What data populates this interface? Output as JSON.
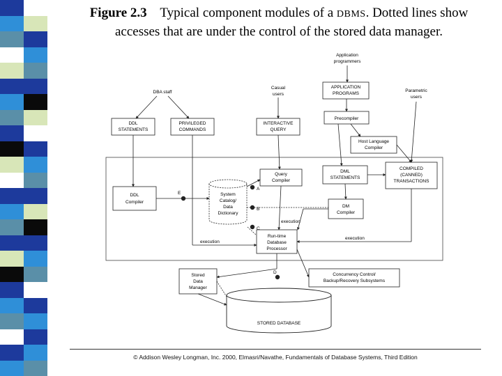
{
  "figure": {
    "number": "Figure 2.3",
    "caption_part1": "Typical component modules of a",
    "caption_sc": "DBMS",
    "caption_part2": ". Dotted lines show",
    "caption_line2": "accesses that are under the control of the stored data manager."
  },
  "stripe": {
    "colors": [
      "#1d3a9c",
      "#2f8fd8",
      "#5a8fa8",
      "#ffffff",
      "#d8e6b8",
      "#0a0a0a"
    ]
  },
  "diagram": {
    "actors": {
      "application_programmers": [
        "Application",
        "programmers"
      ],
      "dba_staff": "DBA staff",
      "casual_users": [
        "Casual",
        "users"
      ],
      "parametric_users": [
        "Parametric",
        "users"
      ]
    },
    "boxes": {
      "application_programs": [
        "APPLICATION",
        "PROGRAMS"
      ],
      "ddl_statements": [
        "DDL",
        "STATEMENTS"
      ],
      "privileged_commands": [
        "PRIVILEGED",
        "COMMANDS"
      ],
      "interactive_query": [
        "INTERACTIVE",
        "QUERY"
      ],
      "precompiler": "Precompiler",
      "host_language_compiler": [
        "Host Language",
        "Compiler"
      ],
      "ddl_compiler": [
        "DDL",
        "Compiler"
      ],
      "query_compiler": [
        "Query",
        "Compiler"
      ],
      "dml_statements": [
        "DML",
        "STATEMENTS"
      ],
      "compiled_transactions": [
        "COMPILED",
        "(CANNED)",
        "TRANSACTIONS"
      ],
      "dml_compiler": [
        "DM",
        "Compiler"
      ],
      "runtime_processor": [
        "Run-time",
        "Database",
        "Processor"
      ],
      "stored_data_manager": [
        "Stored",
        "Data",
        "Manager"
      ],
      "concurrency": [
        "Concurrency Control/",
        "Backup/Recovery Subsystems"
      ]
    },
    "catalog": [
      "System",
      "Catalog/",
      "Data",
      "Dictionary"
    ],
    "database": "STORED DATABASE",
    "markers": {
      "a": "A",
      "b": "B",
      "c": "C",
      "d": "D",
      "e": "E"
    },
    "edge_labels": {
      "execution": "execution"
    }
  },
  "credit": "© Addison Wesley Longman, Inc. 2000, Elmasri/Navathe, Fundamentals of Database Systems, Third Edition"
}
